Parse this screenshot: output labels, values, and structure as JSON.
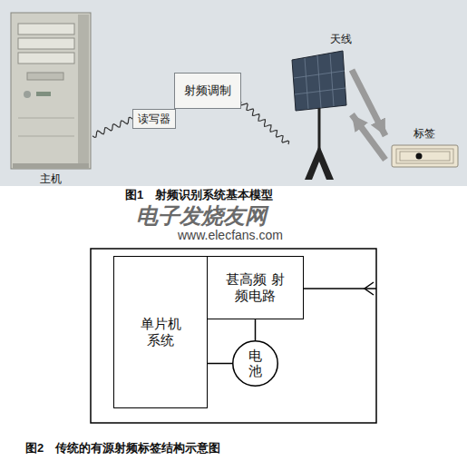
{
  "diagram": {
    "caption": "图2　传统的有源射频标签结构示意图",
    "nodes": [
      {
        "text": [
          "主机"
        ]
      },
      {
        "text": [
          "读写器"
        ]
      },
      {
        "text": [
          "射频调制"
        ]
      },
      {
        "text": [
          "天线"
        ]
      },
      {
        "text": [
          "标签"
        ]
      },
      {
        "text": [
          "单片机 系统"
        ]
      },
      {
        "text": [
          "甚高频 射频电路"
        ]
      },
      {
        "text": [
          "电池"
        ]
      }
    ],
    "edges": [
      {
        "from": 0,
        "to": 1,
        "arrow": "none"
      },
      {
        "from": 2,
        "to": 3,
        "arrow": "none"
      },
      {
        "from": 3,
        "to": 4,
        "arrow": "to"
      },
      {
        "from": 4,
        "to": 3,
        "arrow": "to"
      },
      {
        "from": 6,
        "to": 7,
        "arrow": "none"
      },
      {
        "from": 5,
        "to": 7,
        "arrow": "none"
      }
    ],
    "labels": [
      "图1　射频识别系统基本模型",
      "电子发烧友网",
      "www.elecfans.com"
    ]
  }
}
